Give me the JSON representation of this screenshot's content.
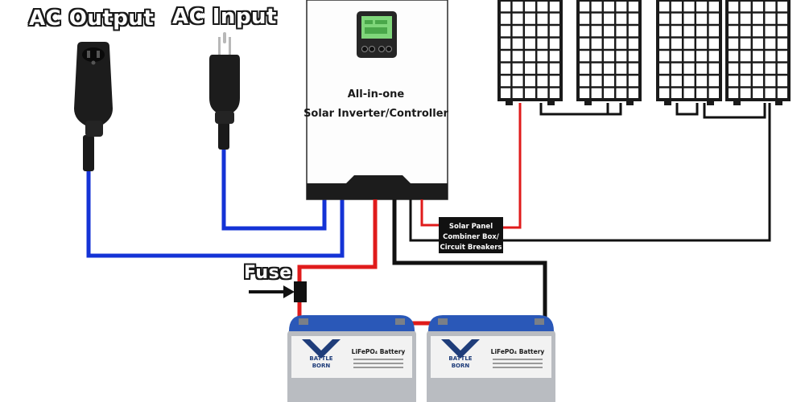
{
  "labels": {
    "ac_output": "AC Output",
    "ac_input": "AC Input",
    "fuse": "Fuse"
  },
  "inverter": {
    "line1": "All-in-one",
    "line2": "Solar Inverter/Controller"
  },
  "combiner": {
    "line1": "Solar Panel",
    "line2": "Combiner Box/",
    "line3": "Circuit Breakers"
  },
  "battery": {
    "brand_line1": "BATTLE",
    "brand_line2": "BORN",
    "model": "LiFePO₄ Battery"
  },
  "colors": {
    "ac_wire": "#1433d6",
    "positive_wire": "#e01b1b",
    "negative_wire": "#111111",
    "lcd_screen": "#7fd67a",
    "battery_lid": "#2a58b8",
    "battery_body": "#b9bcc1"
  }
}
